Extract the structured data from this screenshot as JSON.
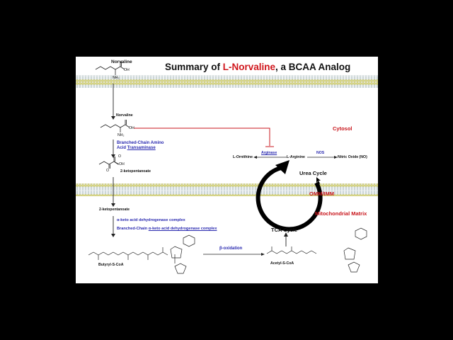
{
  "title": {
    "prefix": "Summary of ",
    "highlight": "L-Norvaline",
    "suffix": ", a BCAA Analog"
  },
  "molecules": {
    "norvaline_top": "Norvaline",
    "norvaline_cytosol": "Norvaline",
    "keto1": "2-ketopentanoate",
    "keto2": "2-ketopentanoate",
    "butyryl": "Butyryl-S-CoA",
    "acetyl": "Acetyl-S-CoA",
    "ornithine": "L-Ornithine",
    "arginine": "L-Arginine",
    "no": "Nitric Oxide (NO)",
    "oh": "OH",
    "nh2": "NH₂",
    "o": "O"
  },
  "enzymes": {
    "bcat_line1": "Branched-Chain Amino",
    "bcat_line2_a": "Acid ",
    "bcat_line2_b": "Transaminase",
    "akdh": "α-keto acid dehydrogenase complex",
    "bckdh_a": "Branched-Chain ",
    "bckdh_b": "α-keto acid dehydrogenase complex",
    "beta_ox": "β-oxidation",
    "arginase": "Arginase",
    "nos": "NOS"
  },
  "cycles": {
    "urea": "Urea Cycle",
    "tca": "TCA Cycle"
  },
  "regions": {
    "cytosol": "Cytosol",
    "omm": "OMM/IMM",
    "matrix": "Mitochondrial Matrix"
  },
  "colors": {
    "inhibit": "#c8161c",
    "enzyme": "#2a2ab0",
    "membrane_head": "#d9d98a",
    "membrane_tail": "#cfd8d8"
  }
}
